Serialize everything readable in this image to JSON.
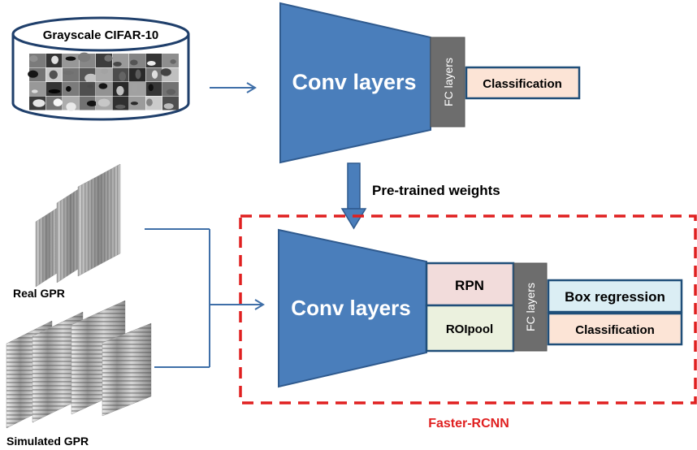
{
  "top_model": {
    "dataset_label": "Grayscale CIFAR-10",
    "conv_label": "Conv layers",
    "fc_label": "FC layers",
    "head_label": "Classification"
  },
  "transfer_label": "Pre-trained weights",
  "bottom_model": {
    "conv_label": "Conv layers",
    "rpn_label": "RPN",
    "roipool_label": "ROIpool",
    "fc_label": "FC layers",
    "box_regression_label": "Box regression",
    "classification_label": "Classification",
    "frame_label": "Faster-RCNN"
  },
  "inputs": {
    "real_label": "Real GPR",
    "simulated_label": "Simulated GPR"
  },
  "colors": {
    "conv_blue": "#4a7ebb",
    "conv_stroke": "#2f5a8e",
    "fc_gray": "#6d6d6d",
    "classification_fill": "#fce4d6",
    "box_regression_fill": "#dbeef4",
    "rpn_fill": "#f2dcdb",
    "roipool_fill": "#ebf1de",
    "box_stroke": "#1f4e79",
    "frame_red": "#e02020",
    "arrow_blue": "#3f6fa8"
  }
}
